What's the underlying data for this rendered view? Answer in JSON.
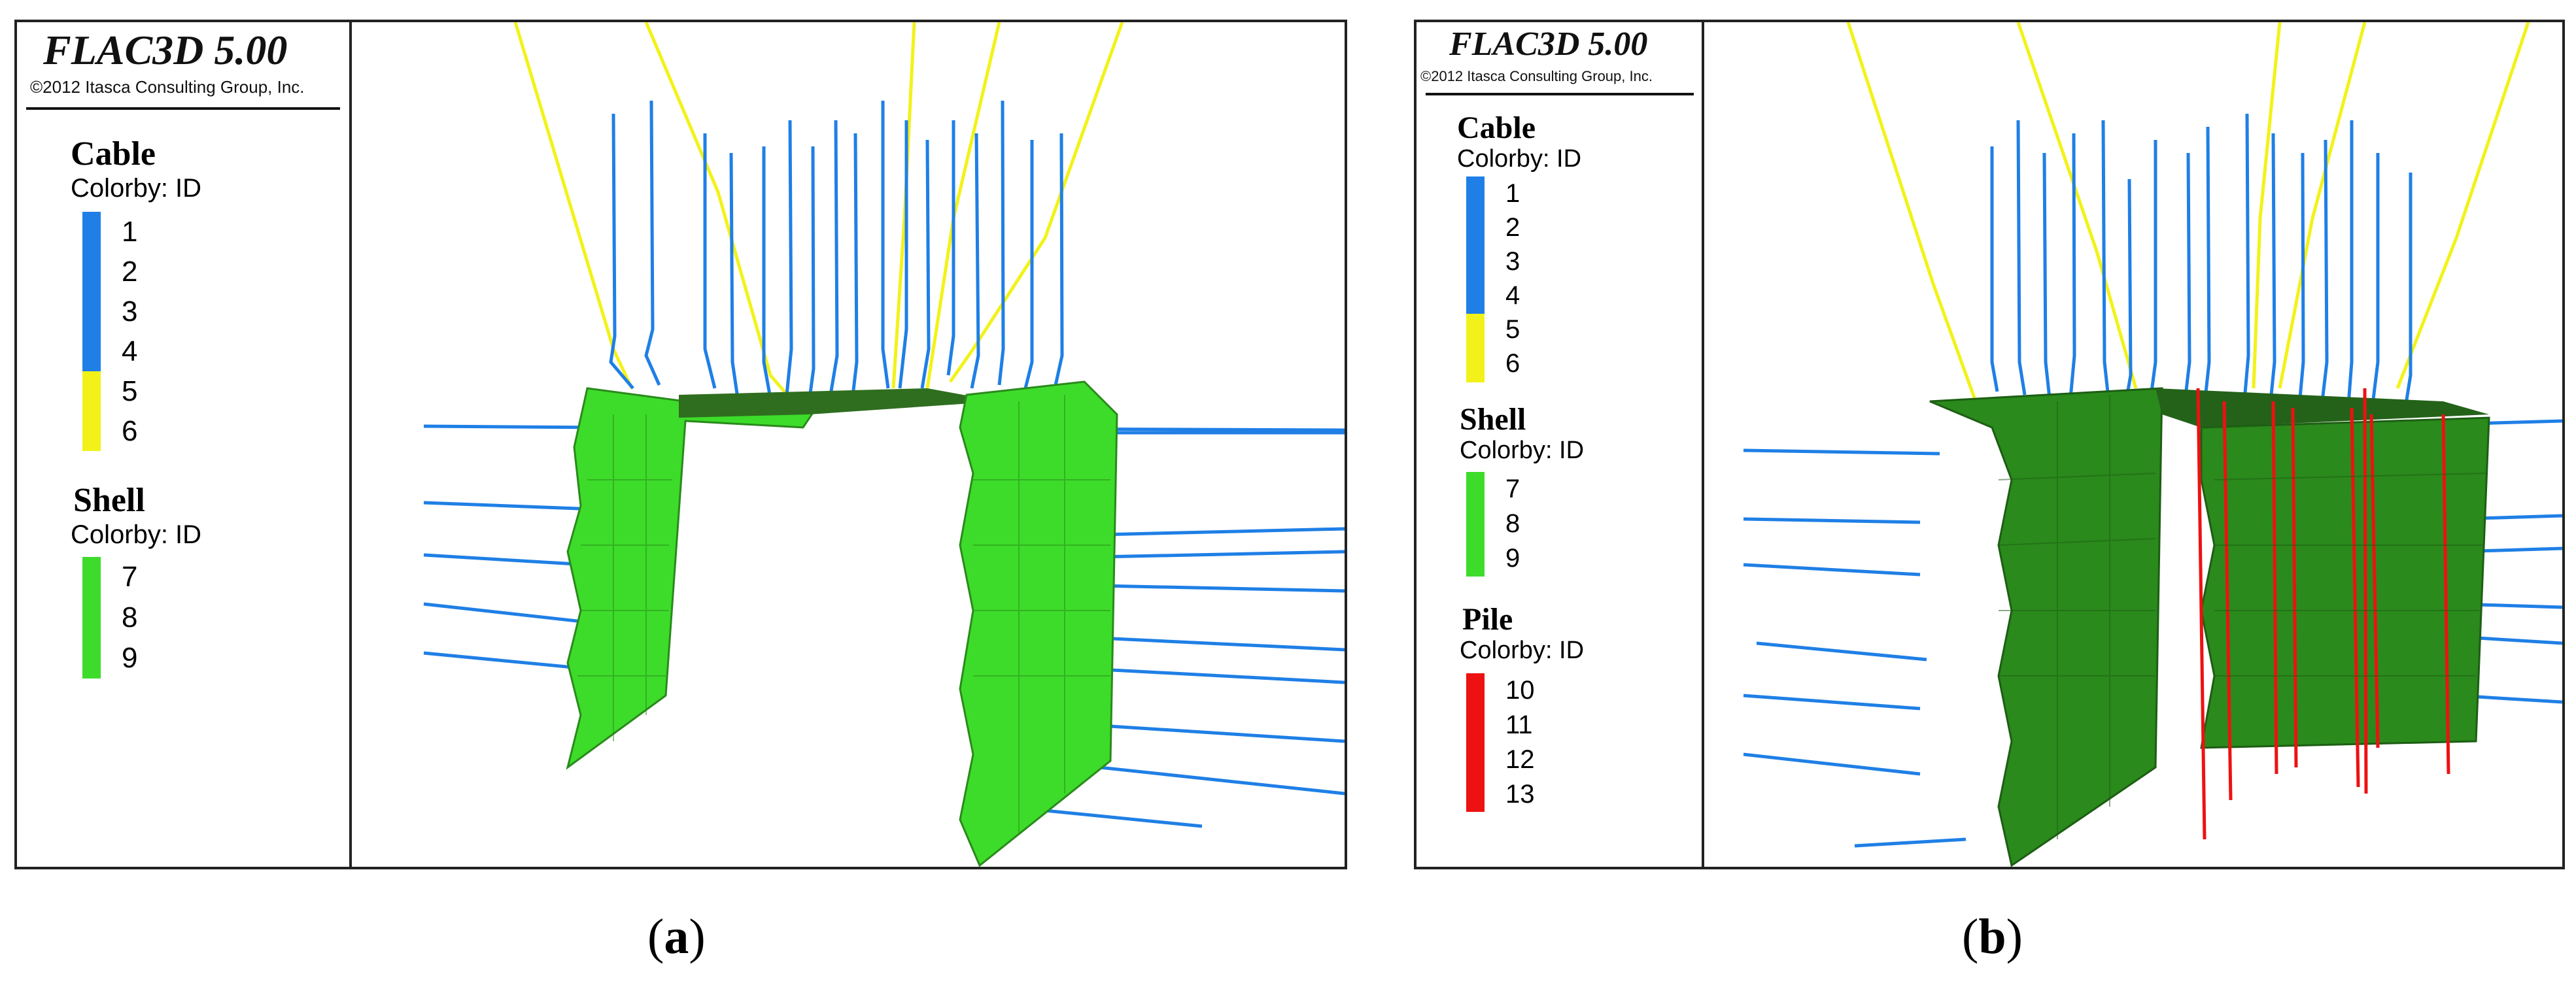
{
  "panels": [
    {
      "software_title": "FLAC3D 5.00",
      "copyright": "©2012 Itasca Consulting Group, Inc.",
      "legend": [
        {
          "title": "Cable",
          "colorby": "Colorby: ID",
          "ids": [
            {
              "id": "1",
              "color": "#1f7fe6"
            },
            {
              "id": "2",
              "color": "#1f7fe6"
            },
            {
              "id": "3",
              "color": "#1f7fe6"
            },
            {
              "id": "4",
              "color": "#1f7fe6"
            },
            {
              "id": "5",
              "color": "#f2f21a"
            },
            {
              "id": "6",
              "color": "#f2f21a"
            }
          ]
        },
        {
          "title": "Shell",
          "colorby": "Colorby: ID",
          "ids": [
            {
              "id": "7",
              "color": "#3ddc2a"
            },
            {
              "id": "8",
              "color": "#3ddc2a"
            },
            {
              "id": "9",
              "color": "#3ddc2a"
            }
          ]
        }
      ],
      "caption_letter": "a"
    },
    {
      "software_title": "FLAC3D 5.00",
      "copyright": "©2012 Itasca Consulting Group, Inc.",
      "legend": [
        {
          "title": "Cable",
          "colorby": "Colorby: ID",
          "ids": [
            {
              "id": "1",
              "color": "#1f7fe6"
            },
            {
              "id": "2",
              "color": "#1f7fe6"
            },
            {
              "id": "3",
              "color": "#1f7fe6"
            },
            {
              "id": "4",
              "color": "#1f7fe6"
            },
            {
              "id": "5",
              "color": "#f2f21a"
            },
            {
              "id": "6",
              "color": "#f2f21a"
            }
          ]
        },
        {
          "title": "Shell",
          "colorby": "Colorby: ID",
          "ids": [
            {
              "id": "7",
              "color": "#3ddc2a"
            },
            {
              "id": "8",
              "color": "#3ddc2a"
            },
            {
              "id": "9",
              "color": "#3ddc2a"
            }
          ]
        },
        {
          "title": "Pile",
          "colorby": "Colorby: ID",
          "ids": [
            {
              "id": "10",
              "color": "#ee1111"
            },
            {
              "id": "11",
              "color": "#ee1111"
            },
            {
              "id": "12",
              "color": "#ee1111"
            },
            {
              "id": "13",
              "color": "#ee1111"
            }
          ]
        }
      ],
      "caption_letter": "b"
    }
  ],
  "colors": {
    "cable_blue": "#1f7fe6",
    "cable_yellow": "#f2f21a",
    "shell_green": "#3ddc2a",
    "shell_dark": "#2a8a1c",
    "pile_red": "#ee1111"
  }
}
